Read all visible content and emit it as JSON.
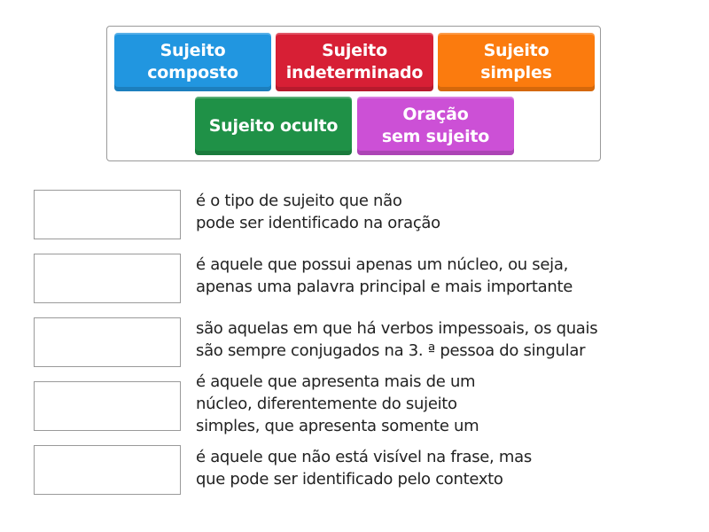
{
  "tiles": [
    {
      "label": "Sujeito\ncomposto",
      "color": "#2196e0"
    },
    {
      "label": "Sujeito\nindeterminado",
      "color": "#d71f35"
    },
    {
      "label": "Sujeito\nsimples",
      "color": "#fb7b0e"
    },
    {
      "label": "Sujeito oculto",
      "color": "#1f9147"
    },
    {
      "label": "Oração\nsem sujeito",
      "color": "#cc50d6"
    }
  ],
  "rows": [
    {
      "answer": "",
      "text": "é o tipo de sujeito que não\npode ser identificado na oração"
    },
    {
      "answer": "",
      "text": "é aquele que possui apenas um núcleo, ou seja,\napenas uma palavra principal e mais importante"
    },
    {
      "answer": "",
      "text": "são aquelas em que há verbos impessoais, os quais\nsão sempre conjugados na 3. ª pessoa do singular"
    },
    {
      "answer": "",
      "text": "é aquele que apresenta mais de um\nnúcleo, diferentemente do sujeito\nsimples, que apresenta somente um"
    },
    {
      "answer": "",
      "text": "é aquele que não está visível na frase, mas\nque pode ser identificado pelo contexto"
    }
  ]
}
